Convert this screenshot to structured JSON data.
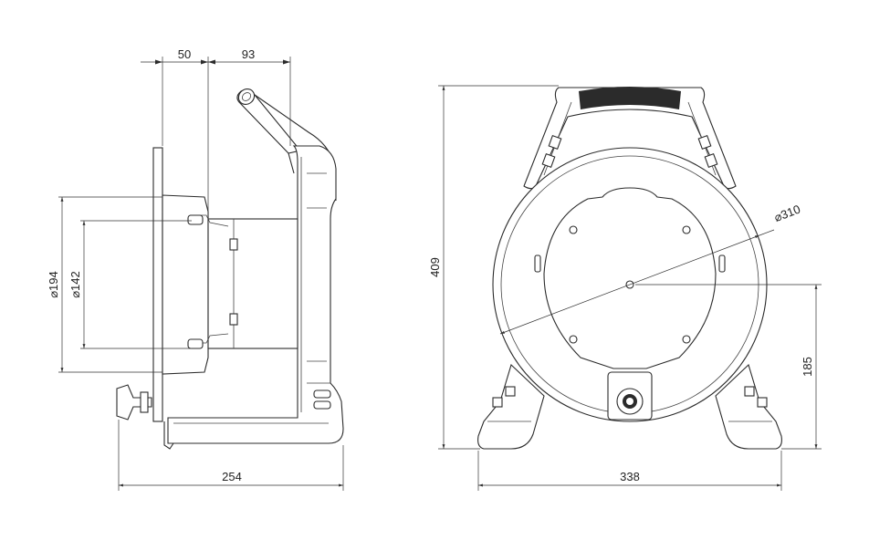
{
  "dimensions": {
    "side_view": {
      "hub_offset": "50",
      "hub_depth": "93",
      "flange_diameter": "194",
      "hub_diameter": "142",
      "overall_depth": "254"
    },
    "front_view": {
      "drum_diameter": "310",
      "overall_height": "409",
      "axis_height": "185",
      "overall_width": "338"
    },
    "diameter_symbol": "⌀"
  }
}
